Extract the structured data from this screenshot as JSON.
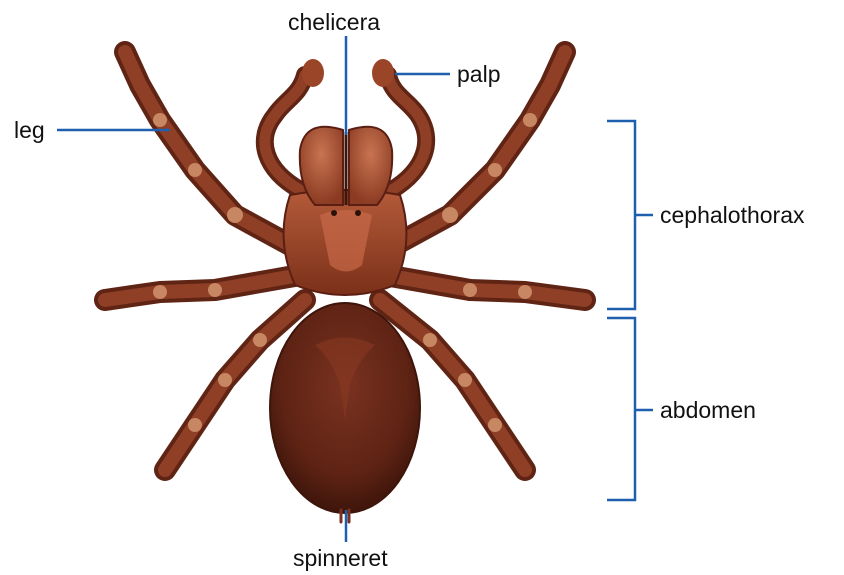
{
  "diagram": {
    "labels": {
      "chelicera": "chelicera",
      "palp": "palp",
      "leg": "leg",
      "cephalothorax": "cephalothorax",
      "abdomen": "abdomen",
      "spinneret": "spinneret"
    }
  },
  "colors": {
    "leader_line": "#1f5fb0",
    "body_dark": "#5a1f12",
    "body_mid": "#8a3a22",
    "body_light": "#b5603e",
    "segment_joint": "#d79a6e",
    "background": "#ffffff"
  }
}
